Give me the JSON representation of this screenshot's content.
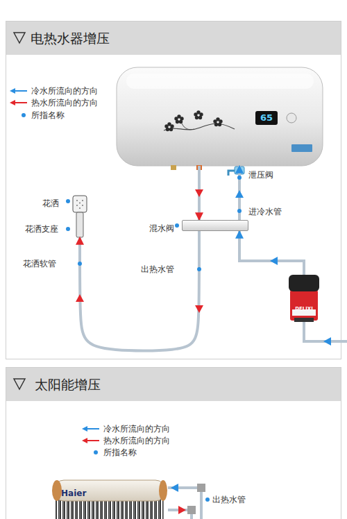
{
  "diagram": {
    "title": "电热水器增压",
    "nodes": [
      {
        "text": [
          "65"
        ]
      },
      {
        "text": [
          "花洒"
        ]
      },
      {
        "text": [
          "混水阀"
        ]
      },
      {
        "text": [
          "DELIXI"
        ]
      },
      {
        "text": [
          "Haier"
        ]
      }
    ],
    "edges": [
      {
        "from": 0,
        "to": 2,
        "arrow": "to"
      },
      {
        "from": 2,
        "to": 1,
        "arrow": "to"
      },
      {
        "from": 3,
        "to": 2,
        "arrow": "to"
      },
      {
        "from": 2,
        "to": 0,
        "arrow": "to"
      }
    ],
    "labels": [
      "泄压阀",
      "进冷水管",
      "花洒支座",
      "花洒软管",
      "出热水管",
      "太阳能增压",
      "出热水管"
    ],
    "legend": [
      {
        "text": "冷水所流向的方向"
      },
      {
        "text": "热水所流向的方向"
      },
      {
        "text": "所指名称"
      },
      {
        "text": "冷水所流向的方向"
      },
      {
        "text": "热水所流向的方向"
      },
      {
        "text": "所指名称"
      }
    ]
  }
}
